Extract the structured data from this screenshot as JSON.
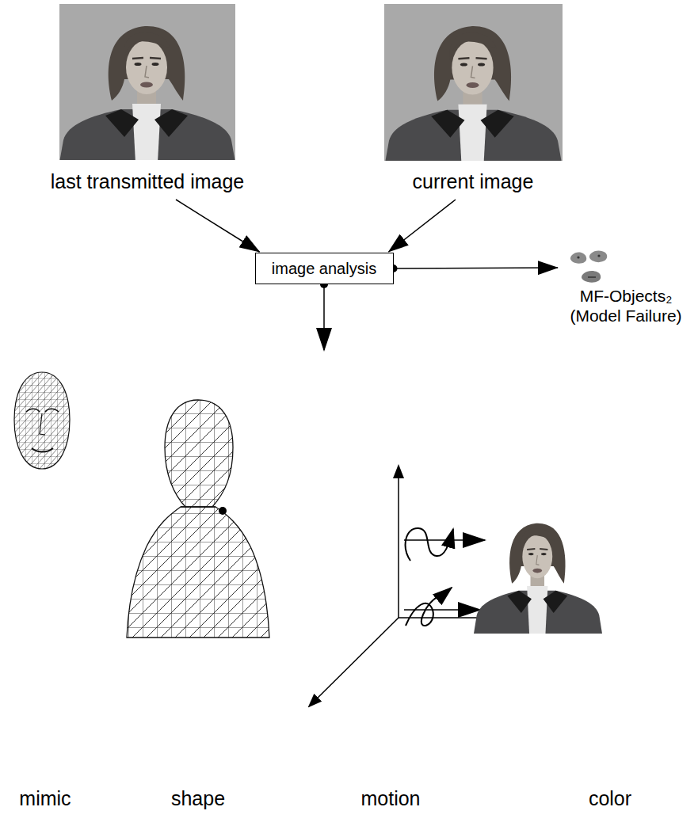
{
  "diagram": {
    "nodes": [
      {
        "text": [
          "last transmitted image"
        ]
      },
      {
        "text": [
          "current image"
        ]
      },
      {
        "text": [
          "image analysis"
        ]
      },
      {
        "text": [
          "MF-Objects₂ (Model Failure)"
        ]
      }
    ],
    "edges": [
      {
        "from": 0,
        "to": 2,
        "arrow": "to"
      },
      {
        "from": 1,
        "to": 2,
        "arrow": "to"
      },
      {
        "from": 2,
        "to": 3,
        "arrow": "to"
      }
    ],
    "labels": [
      "mimic",
      "shape",
      "motion",
      "color"
    ]
  }
}
